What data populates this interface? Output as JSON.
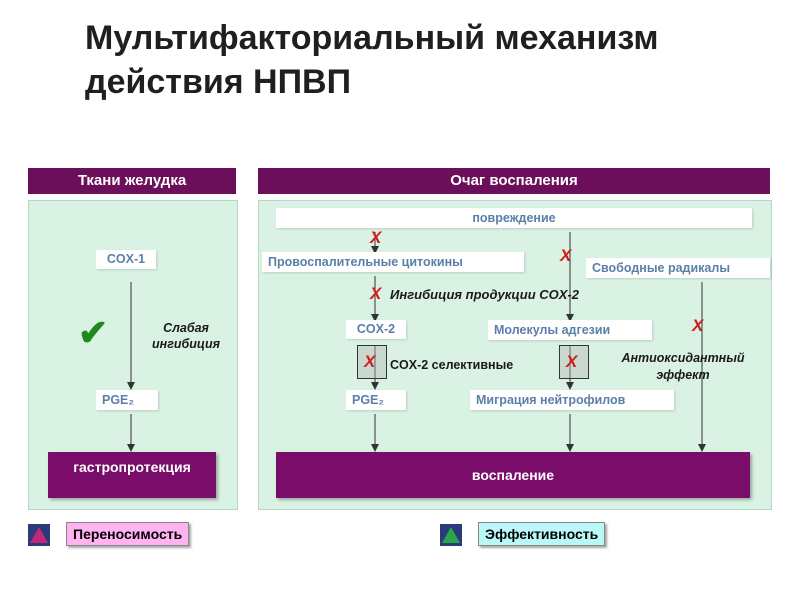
{
  "title": "Мультифакториальный механизм действия НПВП",
  "left_panel": {
    "header": "Ткани желудка",
    "cox1": "COX-1",
    "check_icon": "checkmark-icon",
    "weak_inhibition": "Слабая ингибиция",
    "pge2": "PGE₂",
    "bottom": "гастропротекция"
  },
  "right_panel": {
    "header": "Очаг воспаления",
    "damage": "повреждение",
    "cytokines": "Провоспалительные цитокины",
    "free_radicals": "Свободные радикалы",
    "cox2_inhibition": "Ингибиция продукции COX-2",
    "cox2": "COX-2",
    "adhesion": "Молекулы адгезии",
    "antioxidant": "Антиоксидантный эффект",
    "cox2_selective": "COX-2 селективные",
    "pge2": "PGE₂",
    "migration": "Миграция нейтрофилов",
    "bottom": "воспаление",
    "x_mark": "X"
  },
  "footer": {
    "tolerability": "Переносимость",
    "efficacy": "Эффективность"
  },
  "colors": {
    "header_purple": "#6b0f5a",
    "panel_green": "#d9f2e3",
    "x_red": "#d11c1c",
    "pill_pink": "#ffb3f0",
    "pill_cyan": "#baf7f7"
  }
}
